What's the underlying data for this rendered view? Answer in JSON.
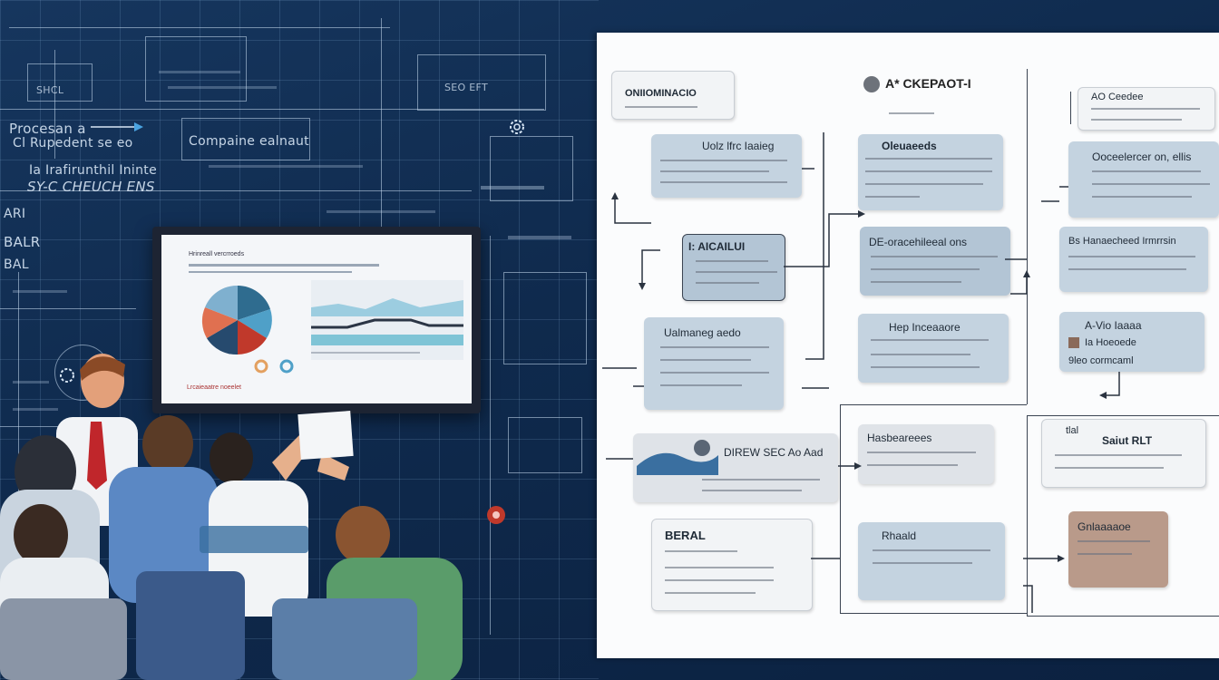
{
  "blueprint": {
    "labels": [
      "Procesan a",
      "Cl Rupedent se eo",
      "Compaine ealnaut",
      "Ia Irafirunthil Ininte",
      "SY-C CHEUCH ENS",
      "BALR",
      "BAL",
      "ARI",
      "SHCL",
      "SEO EFT"
    ]
  },
  "monitor": {
    "title": "Hrinreall vercrroeds",
    "footer": "Lrcaieaatre noeelet"
  },
  "flowchart": {
    "header": {
      "label": "A* CKEPAOT-I"
    },
    "cards": {
      "topleft": "ONIIOMINACIO",
      "col1_a": "Uolz lfrc Iaaieg",
      "col1_b": "I: AICAILUI",
      "col1_c": "Ualmaneg aedo",
      "col1_d": "DIREW SEC Ao Aad",
      "col1_e": "BERAL",
      "col2_a": "Oleuaeeds",
      "col2_b": "DE-oracehileeal ons",
      "col2_c": "Hep Inceaaore",
      "col2_d": "Hasbeareees",
      "col2_e": "Rhaald",
      "col3_a": "AO Ceedee",
      "col3_b": "Ooceelercer on, ellis",
      "col3_c": "Bs Hanaecheed Irmrrsin",
      "col3_d": "A-Vio Iaaaa",
      "col3_d2": "Ia Hoeoede",
      "col3_d3": "9leo cormcaml",
      "col3_e": "Saiut RLT",
      "col3_e_pre": "tlal",
      "col3_f": "Gnlaaaaoe"
    }
  },
  "colors": {
    "background": "#0f2a4d",
    "card_blue": "#c4d3e0",
    "card_gray": "#dfe3e8",
    "card_brown": "#b99a8a"
  }
}
